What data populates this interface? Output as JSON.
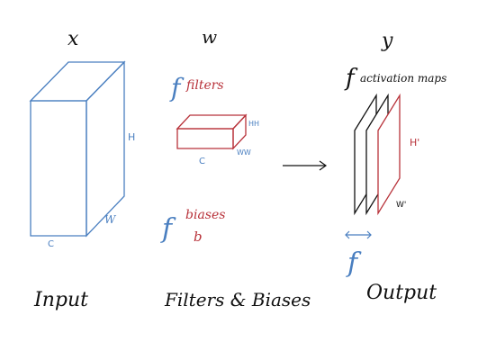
{
  "colors": {
    "black": "#111111",
    "blue": "#4a7fc0",
    "red": "#b8323a"
  },
  "labels": {
    "x": "x",
    "w": "w",
    "y": "y",
    "f_filters": "f",
    "filters": "filters",
    "hh": "HH",
    "ww": "WW",
    "c_filter": "C",
    "f_biases": "f",
    "biases": "biases",
    "b": "b",
    "input_h": "H",
    "input_w": "W",
    "input_c": "C",
    "f_activation": "f",
    "activation_maps": "activation maps",
    "out_h": "H'",
    "out_w": "W'",
    "f_output": "f"
  },
  "captions": {
    "input": "Input",
    "filters_biases": "Filters & Biases",
    "output": "Output"
  }
}
